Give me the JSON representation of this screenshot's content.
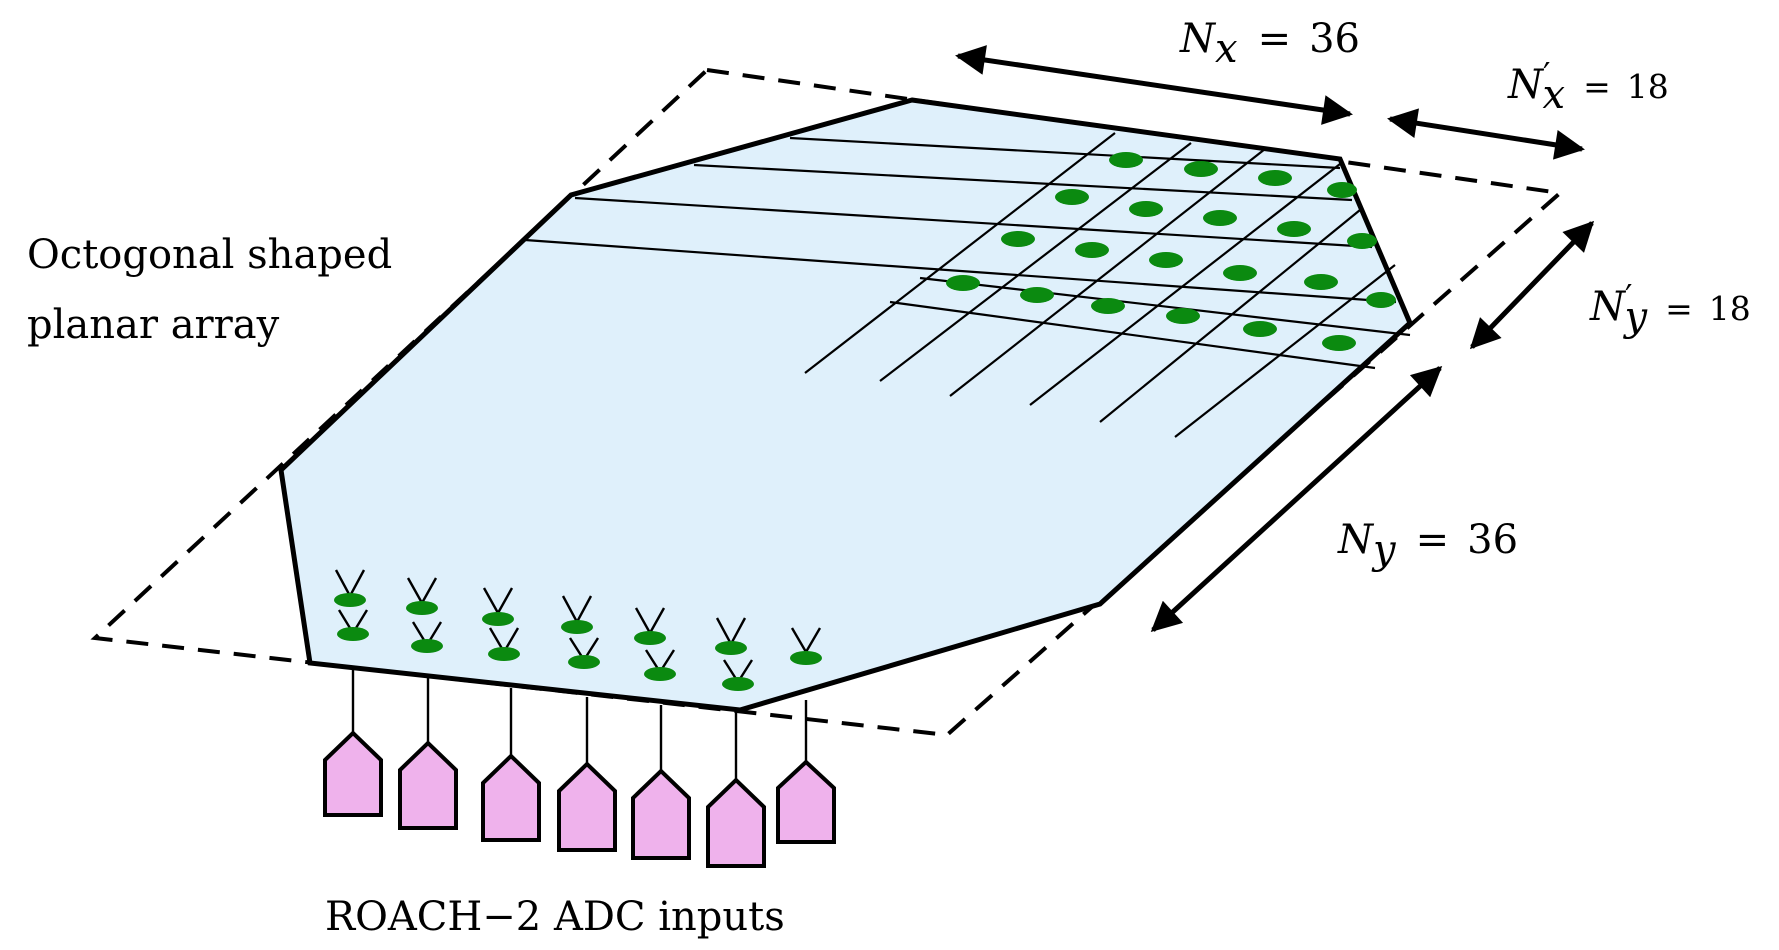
{
  "title_line1": "Octogonal shaped",
  "title_line2": "planar array",
  "bottom_label": "ROACH−2 ADC inputs",
  "dims": {
    "nx": {
      "sym": "N",
      "sub": "x",
      "eq": "=",
      "val": "36"
    },
    "ny": {
      "sym": "N",
      "sub": "y",
      "eq": "=",
      "val": "36"
    },
    "nxp": {
      "sym": "N",
      "prime": "′",
      "sub": "x",
      "eq": "=",
      "val": "18"
    },
    "nyp": {
      "sym": "N",
      "prime": "′",
      "sub": "y",
      "eq": "=",
      "val": "18"
    }
  },
  "colors": {
    "plane_fill": "#dff0fb",
    "element_green": "#0b8a10",
    "adc_fill": "#efb2ec",
    "stroke": "#000000"
  }
}
